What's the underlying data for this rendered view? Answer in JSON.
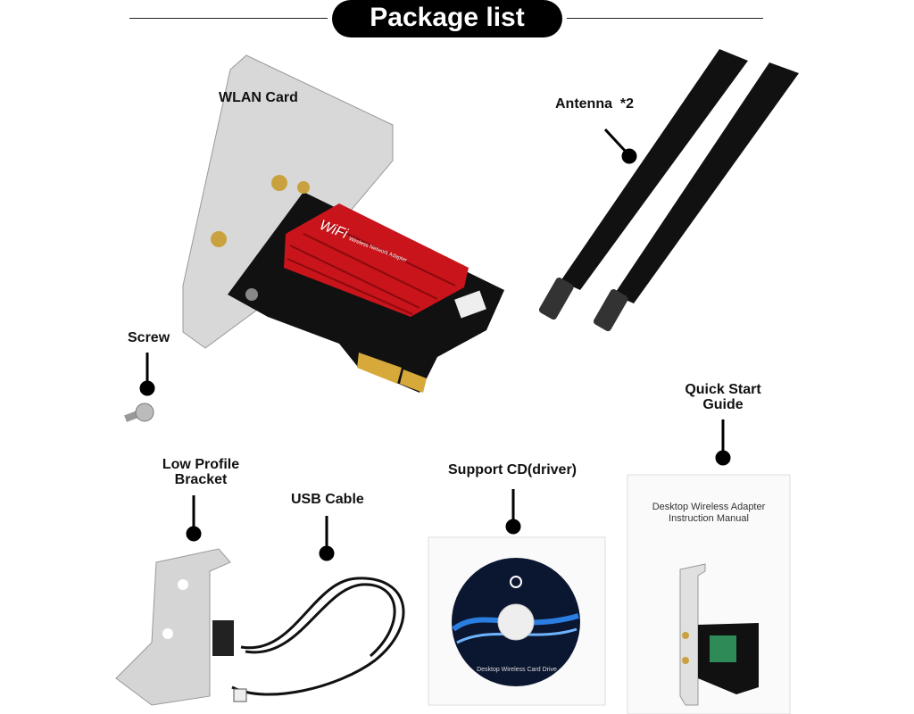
{
  "header": {
    "title": "Package list"
  },
  "items": {
    "wlan_card": "WLAN Card",
    "antenna": "Antenna  *2",
    "screw": "Screw",
    "quick_start_guide": "Quick Start\nGuide",
    "low_profile_bracket": "Low Profile\nBracket",
    "usb_cable": "USB Cable",
    "support_cd": "Support CD(driver)"
  },
  "product_text": {
    "card_brand": "WiFi",
    "card_subtitle": "Wireless Network Adapter",
    "manual_title_line1": "Desktop Wireless Adapter",
    "manual_title_line2": "Instruction Manual",
    "cd_label": "Desktop Wireless Card Drive"
  },
  "colors": {
    "heatsink": "#c8141a",
    "pill": "#000000",
    "cd_blue": "#2a7de1"
  }
}
